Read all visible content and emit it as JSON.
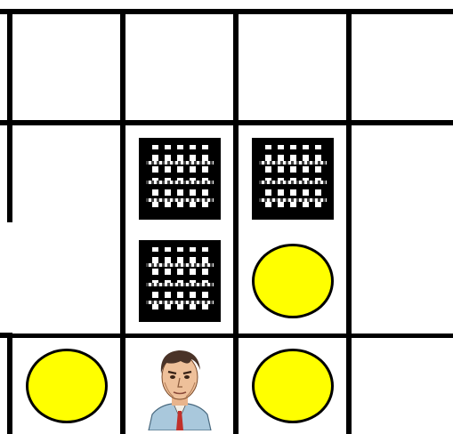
{
  "board": {
    "rows": 4,
    "cols": 4,
    "grid_color": "#000000",
    "background": "#ffffff",
    "tiles": [
      {
        "row": 1,
        "col": 1,
        "type": "crate"
      },
      {
        "row": 1,
        "col": 2,
        "type": "crate"
      },
      {
        "row": 2,
        "col": 1,
        "type": "crate"
      },
      {
        "row": 2,
        "col": 2,
        "type": "coin"
      },
      {
        "row": 3,
        "col": 0,
        "type": "coin"
      },
      {
        "row": 3,
        "col": 1,
        "type": "player"
      },
      {
        "row": 3,
        "col": 2,
        "type": "coin"
      }
    ]
  },
  "colors": {
    "coin_fill": "#ffff00",
    "coin_border": "#000000",
    "crate_border": "#000000"
  },
  "icons": {
    "crate": "checkered-crate-icon",
    "coin": "yellow-coin-icon",
    "player": "player-portrait-icon"
  }
}
